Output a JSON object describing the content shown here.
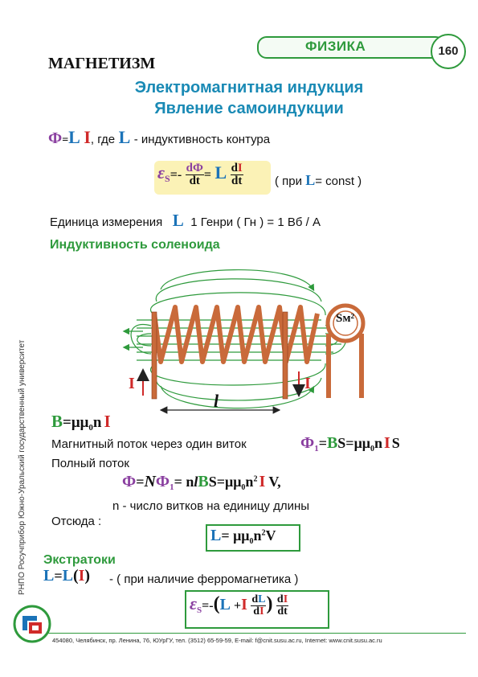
{
  "header": {
    "subject": "ФИЗИКА",
    "page_number": "160"
  },
  "section_title": "МАГНЕТИЗМ",
  "titles": {
    "line1": "Электромагнитная  индукция",
    "line2": "Явление  самоиндукции"
  },
  "flux_def": {
    "phi": "Ф",
    "eq": "=",
    "L": "L",
    "I": "I",
    "text_gde": ", где",
    "L2": "L",
    "text_rest": "- индуктивность контура"
  },
  "emf_formula": {
    "eps": "ε",
    "sub": "S",
    "eq1": "=-",
    "num1": "dФ",
    "den1": "dt",
    "eq2": "=",
    "L": "L",
    "num2_d": "d",
    "num2_I": "I",
    "den2": "dt",
    "cond_open": "( при",
    "cond_L": "L",
    "cond_rest": "= const  )"
  },
  "unit_line": {
    "text1": "Единица измерения",
    "L": "L",
    "text2": "1 Генри ( Гн ) = 1 Вб / А"
  },
  "solenoid": {
    "heading": "Индуктивность соленоида",
    "current_left": "I",
    "current_right": "I",
    "length": "l",
    "area": "Sм²"
  },
  "B_formula": {
    "B": "B",
    "eq": "=μμ",
    "sub0": "0",
    "n": "n",
    "I": "I"
  },
  "flux_one": {
    "text": "Магнитный поток через один виток",
    "phi": "Ф",
    "sub1": "1",
    "eq": "=",
    "B": "B",
    "rest": "S=μμ",
    "sub0": "0",
    "n": "n",
    "I": "I",
    "S": "S"
  },
  "total_flux": {
    "text": "Полный поток",
    "phi": "Ф",
    "eq": "=",
    "N": "N",
    "phi1": "Ф",
    "sub1": "1",
    "eq2": "= n",
    "l": "l",
    "B": "B",
    "rest1": "S=μμ",
    "sub0": "0",
    "n2": "n",
    "sup2": "2",
    "I": "I",
    "V": " V,"
  },
  "n_def": "n - число витков на единицу длины",
  "hence": "Отсюда :",
  "L_formula": {
    "L": "L",
    "eq": "= μμ",
    "sub0": "0",
    "n": "n",
    "sup2": "2",
    "V": "V"
  },
  "extra": {
    "heading": "Экстратоки",
    "L1": "L",
    "eq": "=",
    "L2": "L",
    "open": "(",
    "I": "I",
    "close": ")",
    "text": "- ( при наличие ферромагнетика )"
  },
  "final_formula": {
    "eps": "ε",
    "sub": "S",
    "eq": "=-",
    "open": "(",
    "L": "L",
    "plus": " +",
    "I": "I",
    "num_d": "d",
    "num_L": "L",
    "den_d": "d",
    "den_I": "I",
    "close": ")",
    "num2_d": "d",
    "num2_I": "I",
    "den2": "dt"
  },
  "sidebar": {
    "text": "РНПО Росучприбор       Южно-Уральский государственный университет"
  },
  "footer": "454080, Челябинск, пр. Ленина, 76, ЮУрГУ, тел. (3512) 65-59-59, E-mail: f@cnit.susu.ac.ru, Internet: www.cnit.susu.ac.ru",
  "colors": {
    "green": "#2e9a3c",
    "blue": "#1b73b8",
    "violet": "#8a3fa0",
    "red": "#d02a2a",
    "title_blue": "#1a8ab5",
    "coil": "#c96a3a",
    "highlight": "#fbf2b6"
  }
}
